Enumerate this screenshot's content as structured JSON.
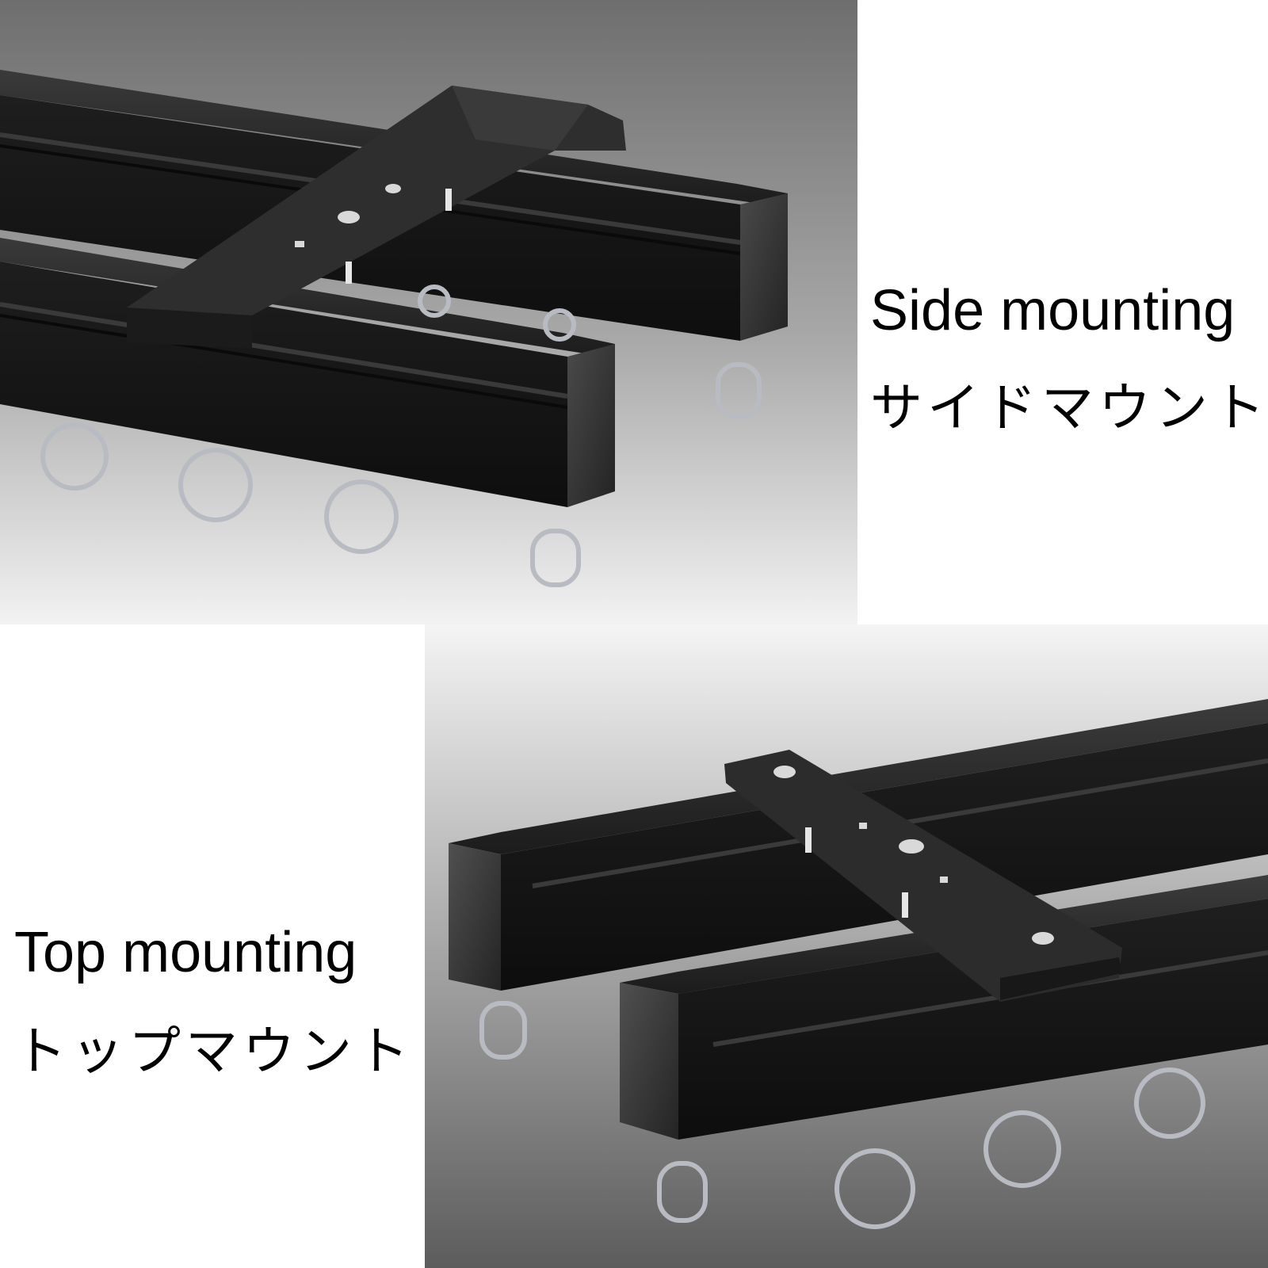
{
  "side_mounting": {
    "label_en": "Side mounting",
    "label_jp": "サイドマウント",
    "background_top": "#6e6e6e",
    "background_bottom": "#f2f2f2"
  },
  "top_mounting": {
    "label_en": "Top mounting",
    "label_jp": "トップマウント",
    "background_top": "#f4f4f4",
    "background_bottom": "#5c5c5c"
  },
  "colors": {
    "rail": "#1a1a1a",
    "rail_highlight": "#3c3c3c",
    "bracket": "#2a2a2a",
    "hook_metal": "#b8bcc2"
  },
  "icons": [
    "curtain-track-icon",
    "mounting-bracket-icon",
    "ring-hook-icon",
    "end-hook-icon"
  ]
}
